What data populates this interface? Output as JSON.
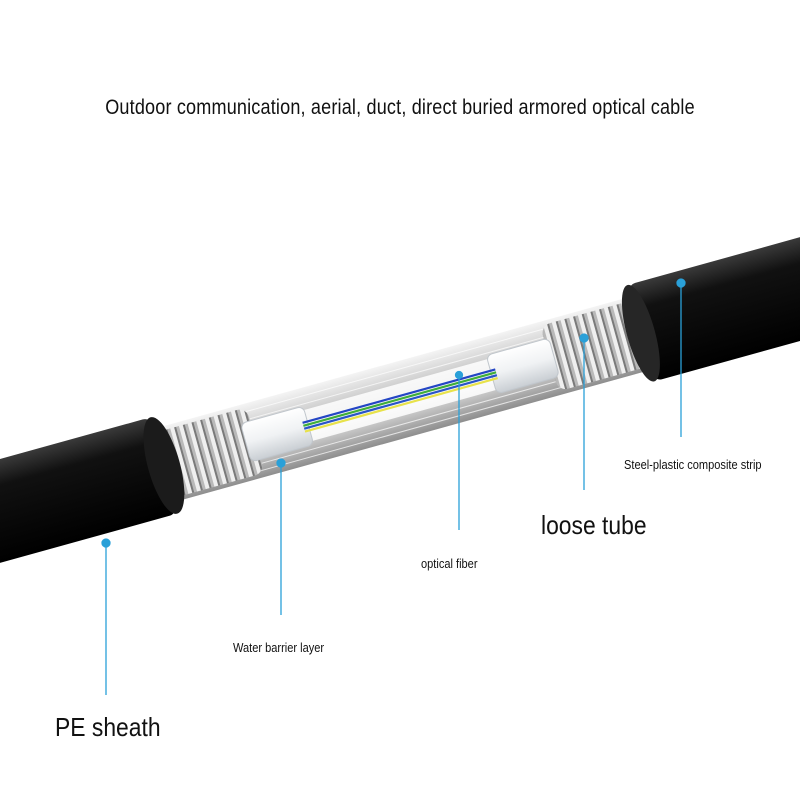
{
  "title": "Outdoor communication, aerial, duct, direct buried armored optical cable",
  "labels": {
    "pe_sheath": "PE sheath",
    "water_barrier": "Water barrier layer",
    "optical_fiber": "optical fiber",
    "loose_tube": "loose tube",
    "steel_strip": "Steel-plastic composite strip"
  },
  "colors": {
    "leader_line": "#2aa0d8",
    "sheath": "#0c0c0c",
    "fiber_blue": "#2446c4",
    "fiber_green": "#3fae3a",
    "fiber_yellow": "#e8e24a"
  }
}
